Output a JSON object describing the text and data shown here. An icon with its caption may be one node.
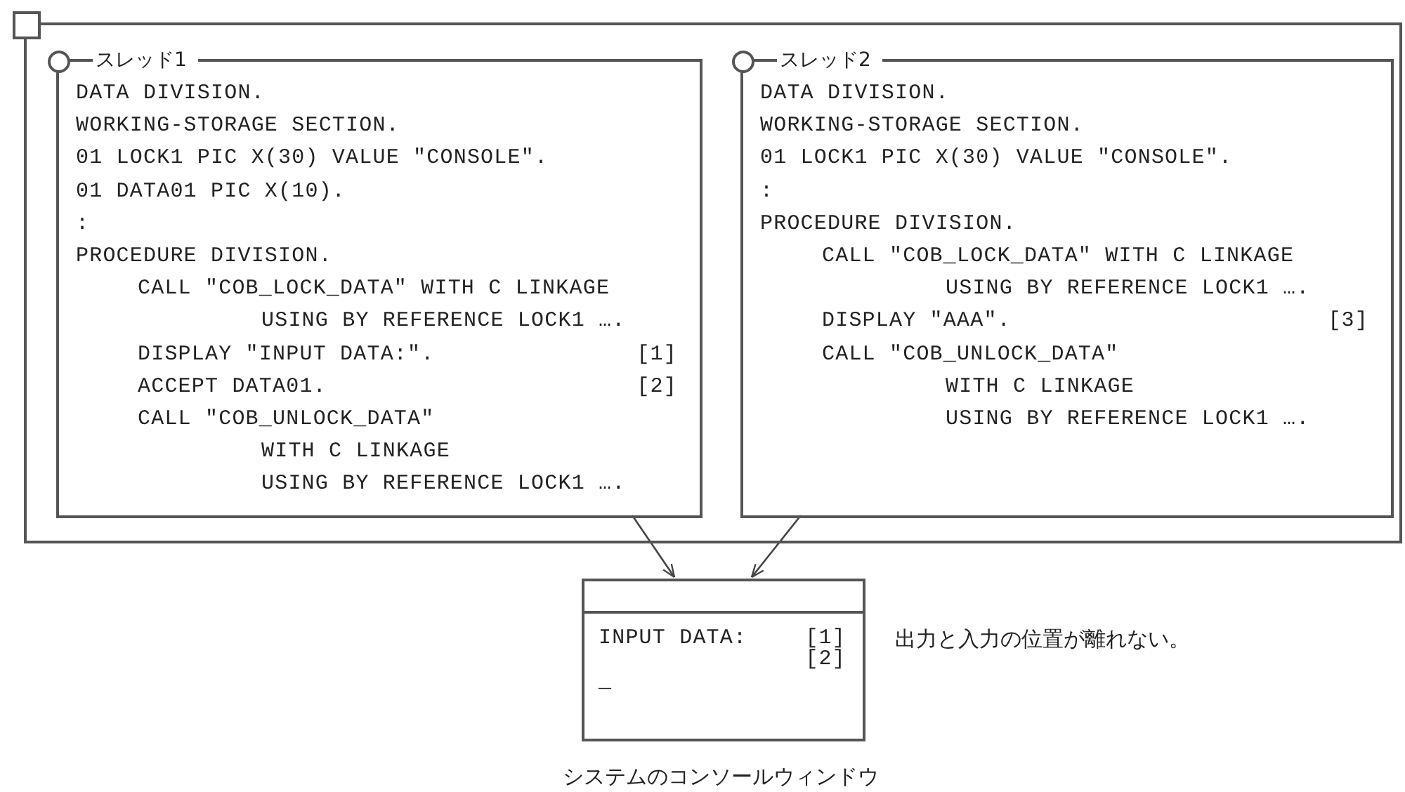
{
  "diagram": {
    "nodes": [
      {
        "text": [],
        "shape": "box"
      },
      {
        "text": [
          "スレッド1",
          "DATA DIVISION.",
          "WORKING-STORAGE SECTION.",
          "01 LOCK1 PIC X(30) VALUE \"CONSOLE\".",
          "01 DATA01 PIC X(10).",
          ":",
          "PROCEDURE DIVISION.",
          "CALL \"COB_LOCK_DATA\" WITH C LINKAGE",
          "USING BY REFERENCE LOCK1 ….",
          "DISPLAY \"INPUT DATA:\".",
          "[1]",
          "ACCEPT DATA01.",
          "[2]",
          "CALL \"COB_UNLOCK_DATA\"",
          "WITH C LINKAGE",
          "USING BY REFERENCE LOCK1 …."
        ],
        "in": 0
      },
      {
        "text": [
          "スレッド2",
          "DATA DIVISION.",
          "WORKING-STORAGE SECTION.",
          "01 LOCK1 PIC X(30) VALUE \"CONSOLE\".",
          ":",
          "PROCEDURE DIVISION.",
          "CALL \"COB_LOCK_DATA\" WITH C LINKAGE",
          "USING BY REFERENCE LOCK1 ….",
          "DISPLAY \"AAA\".",
          "[3]",
          "CALL \"COB_UNLOCK_DATA\"",
          "WITH C LINKAGE",
          "USING BY REFERENCE LOCK1 …."
        ],
        "in": 0
      },
      {
        "text": [
          "INPUT DATA:",
          "[1]",
          "[2]",
          "_"
        ],
        "beside": [
          "出力と入力の位置が離れない。",
          "システムのコンソールウィンドウ"
        ]
      }
    ],
    "edges": [
      {
        "from": 1,
        "to": 3,
        "arrow": "to"
      },
      {
        "from": 2,
        "to": 3,
        "arrow": "to"
      }
    ]
  }
}
